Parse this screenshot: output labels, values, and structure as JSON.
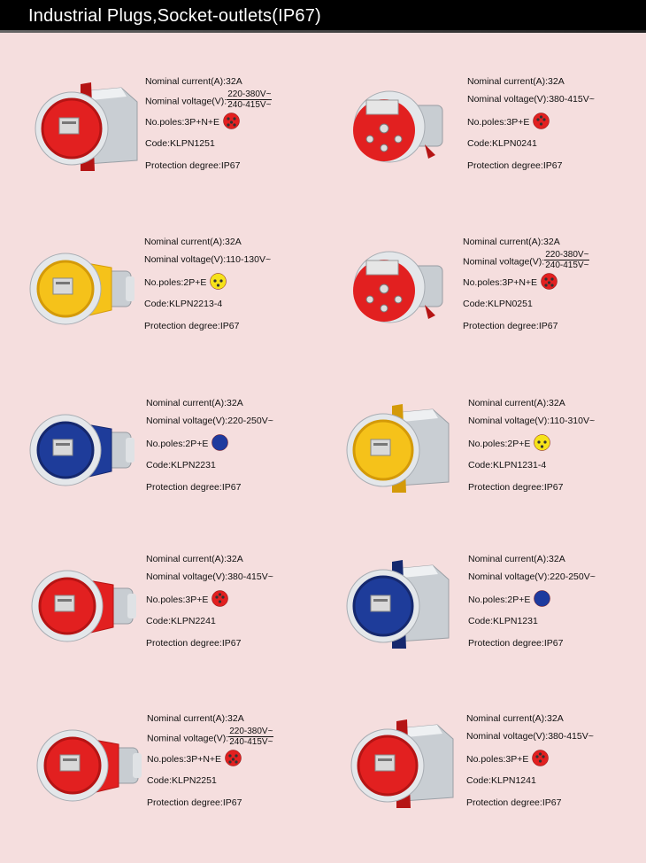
{
  "title": "Industrial Plugs,Socket-outlets(IP67)",
  "labels": {
    "current": "Nominal current(A):",
    "voltage": "Nominal voltage(V):",
    "poles": "No.poles:",
    "code": "Code:",
    "protection": "Protection degree:"
  },
  "colors": {
    "red": "#e22020",
    "yellow": "#f5c21a",
    "blue": "#1e3c9a",
    "housing": "#e4e7ea"
  },
  "products": [
    {
      "type": "wall-socket",
      "color": "red",
      "current": "32A",
      "voltage_top": "220-380V~",
      "voltage_bottom": "240-415V~",
      "poles": "3P+N+E",
      "pole_icon": "five-pin-red",
      "code": "KLPN1251",
      "protection": "IP67"
    },
    {
      "type": "plug",
      "color": "red",
      "current": "32A",
      "voltage": "380-415V~",
      "poles": "3P+E",
      "pole_icon": "four-pin-red",
      "code": "KLPN0241",
      "protection": "IP67"
    },
    {
      "type": "connector",
      "color": "yellow",
      "current": "32A",
      "voltage": "110-130V~",
      "poles": "2P+E",
      "pole_icon": "three-pin-yellow",
      "code": "KLPN2213-4",
      "protection": "IP67"
    },
    {
      "type": "plug",
      "color": "red",
      "current": "32A",
      "voltage_top": "220-380V~",
      "voltage_bottom": "240-415V~",
      "poles": "3P+N+E",
      "pole_icon": "five-pin-red",
      "code": "KLPN0251",
      "protection": "IP67"
    },
    {
      "type": "connector",
      "color": "blue",
      "current": "32A",
      "voltage": "220-250V~",
      "poles": "2P+E",
      "pole_icon": "three-pin-blue",
      "code": "KLPN2231",
      "protection": "IP67"
    },
    {
      "type": "wall-socket",
      "color": "yellow",
      "current": "32A",
      "voltage": "110-310V~",
      "poles": "2P+E",
      "pole_icon": "three-pin-yellow",
      "code": "KLPN1231-4",
      "protection": "IP67"
    },
    {
      "type": "connector",
      "color": "red",
      "current": "32A",
      "voltage": "380-415V~",
      "poles": "3P+E",
      "pole_icon": "four-pin-red",
      "code": "KLPN2241",
      "protection": "IP67"
    },
    {
      "type": "wall-socket",
      "color": "blue",
      "current": "32A",
      "voltage": "220-250V~",
      "poles": "2P+E",
      "pole_icon": "three-pin-blue",
      "code": "KLPN1231",
      "protection": "IP67"
    },
    {
      "type": "connector",
      "color": "red",
      "current": "32A",
      "voltage_top": "220-380V~",
      "voltage_bottom": "240-415V~",
      "poles": "3P+N+E",
      "pole_icon": "five-pin-red",
      "code": "KLPN2251",
      "protection": "IP67"
    },
    {
      "type": "wall-socket",
      "color": "red",
      "current": "32A",
      "voltage": "380-415V~",
      "poles": "3P+E",
      "pole_icon": "four-pin-red",
      "code": "KLPN1241",
      "protection": "IP67"
    }
  ]
}
